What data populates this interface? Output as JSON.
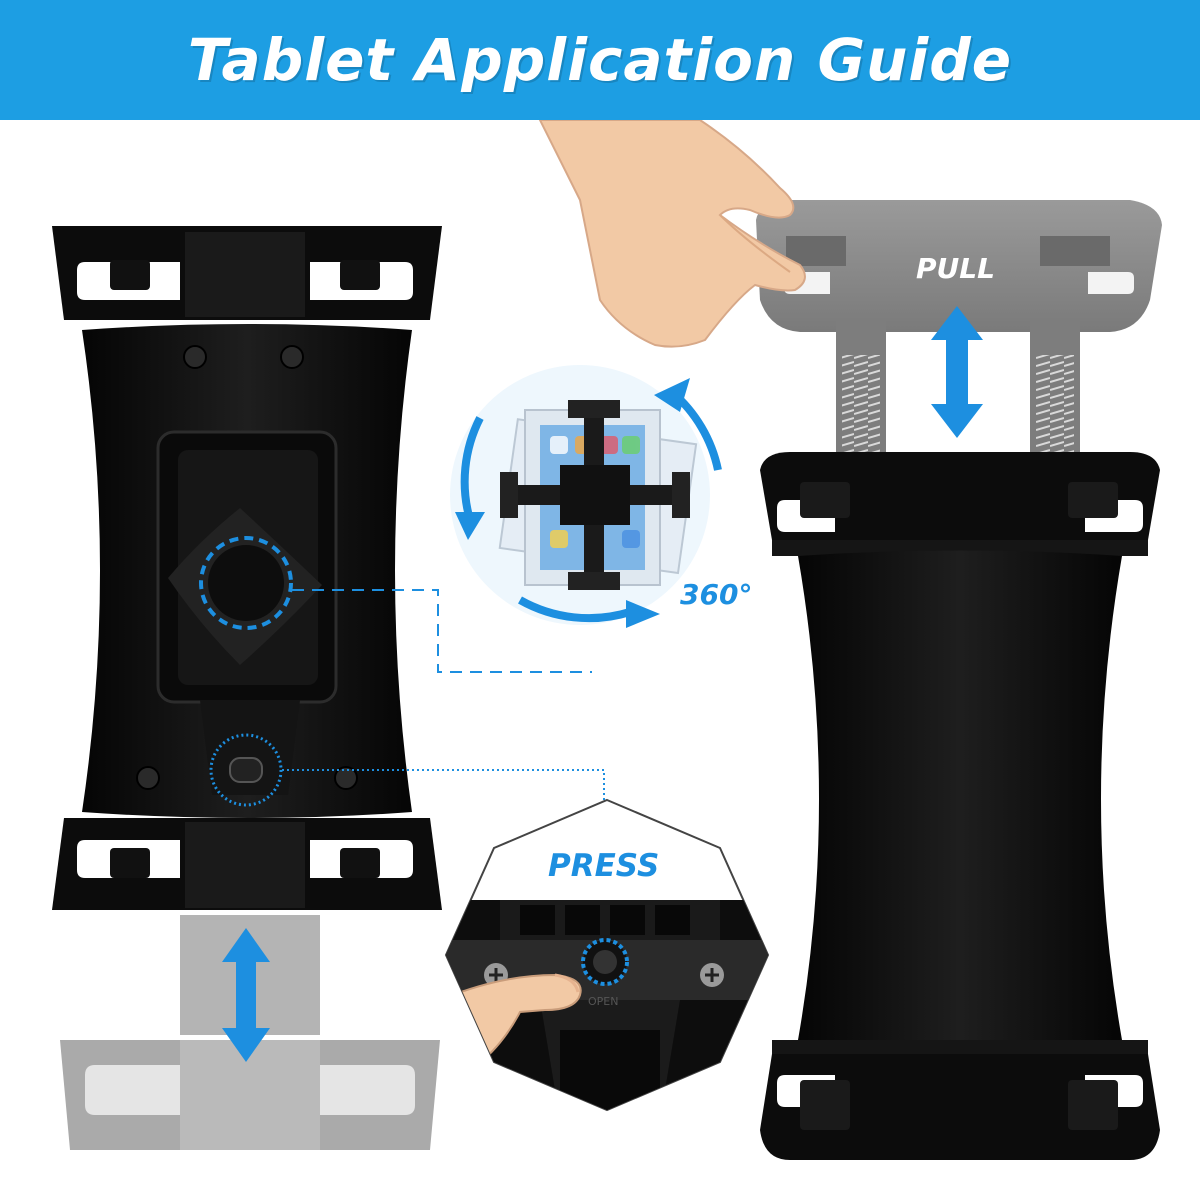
{
  "header": {
    "title": "Tablet Application Guide"
  },
  "labels": {
    "pull": "PULL",
    "press": "PRESS",
    "rotation": "360°",
    "button_marking": "OPEN"
  },
  "colors": {
    "banner": "#1d9ee3",
    "accent_blue": "#1d8fe0",
    "holder_black": "#111111",
    "holder_gray": "#8a8a8a",
    "skin": "#f2c9a5"
  },
  "icons": [
    "hand-pull-icon",
    "finger-press-icon",
    "rotate-arrows-icon",
    "double-arrow-icon",
    "spring-icon"
  ]
}
